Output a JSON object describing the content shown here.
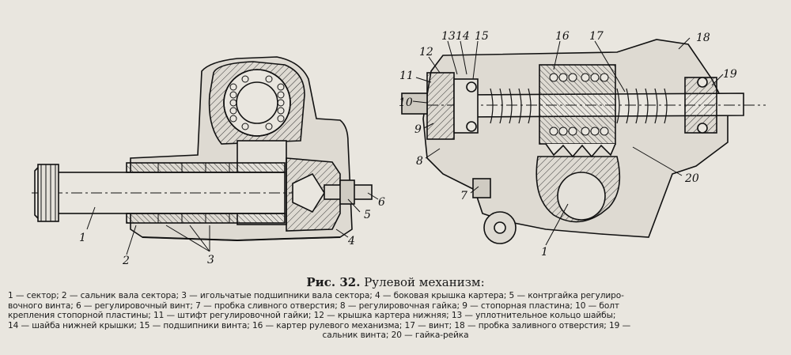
{
  "caption": {
    "number": "Рис. 32.",
    "title": "Рулевой механизм:"
  },
  "labels": {
    "l1a": "1",
    "l2": "2",
    "l3": "3",
    "l4": "4",
    "l5": "5",
    "l6": "6",
    "l1b": "1",
    "l7": "7",
    "l8": "8",
    "l9": "9",
    "l10": "10",
    "l11": "11",
    "l12": "12",
    "l13": "13",
    "l14": "14",
    "l15": "15",
    "l16": "16",
    "l17": "17",
    "l18": "18",
    "l19": "19",
    "l20": "20"
  },
  "legend": {
    "line1": "1 — сектор; 2 — сальник вала сектора; 3 — игольчатые подшипники вала сектора; 4 — боковая крышка картера; 5 — контргайка регулиро-",
    "line2": "вочного винта; 6 — регулировочный винт; 7 — пробка сливного отверстия; 8 — регулировочная гайка; 9 — стопорная пластина; 10 — болт",
    "line3": "крепления стопорной пластины; 11 — штифт регулировочной гайки; 12 — крышка картера нижняя; 13 — уплотнительное кольцо шайбы;",
    "line4": "14 — шайба нижней крышки; 15 — подшипники винта; 16 — картер рулевого механизма; 17 — винт; 18 — пробка заливного отверстия; 19 —",
    "line5": "сальник винта; 20 — гайка-рейка"
  }
}
